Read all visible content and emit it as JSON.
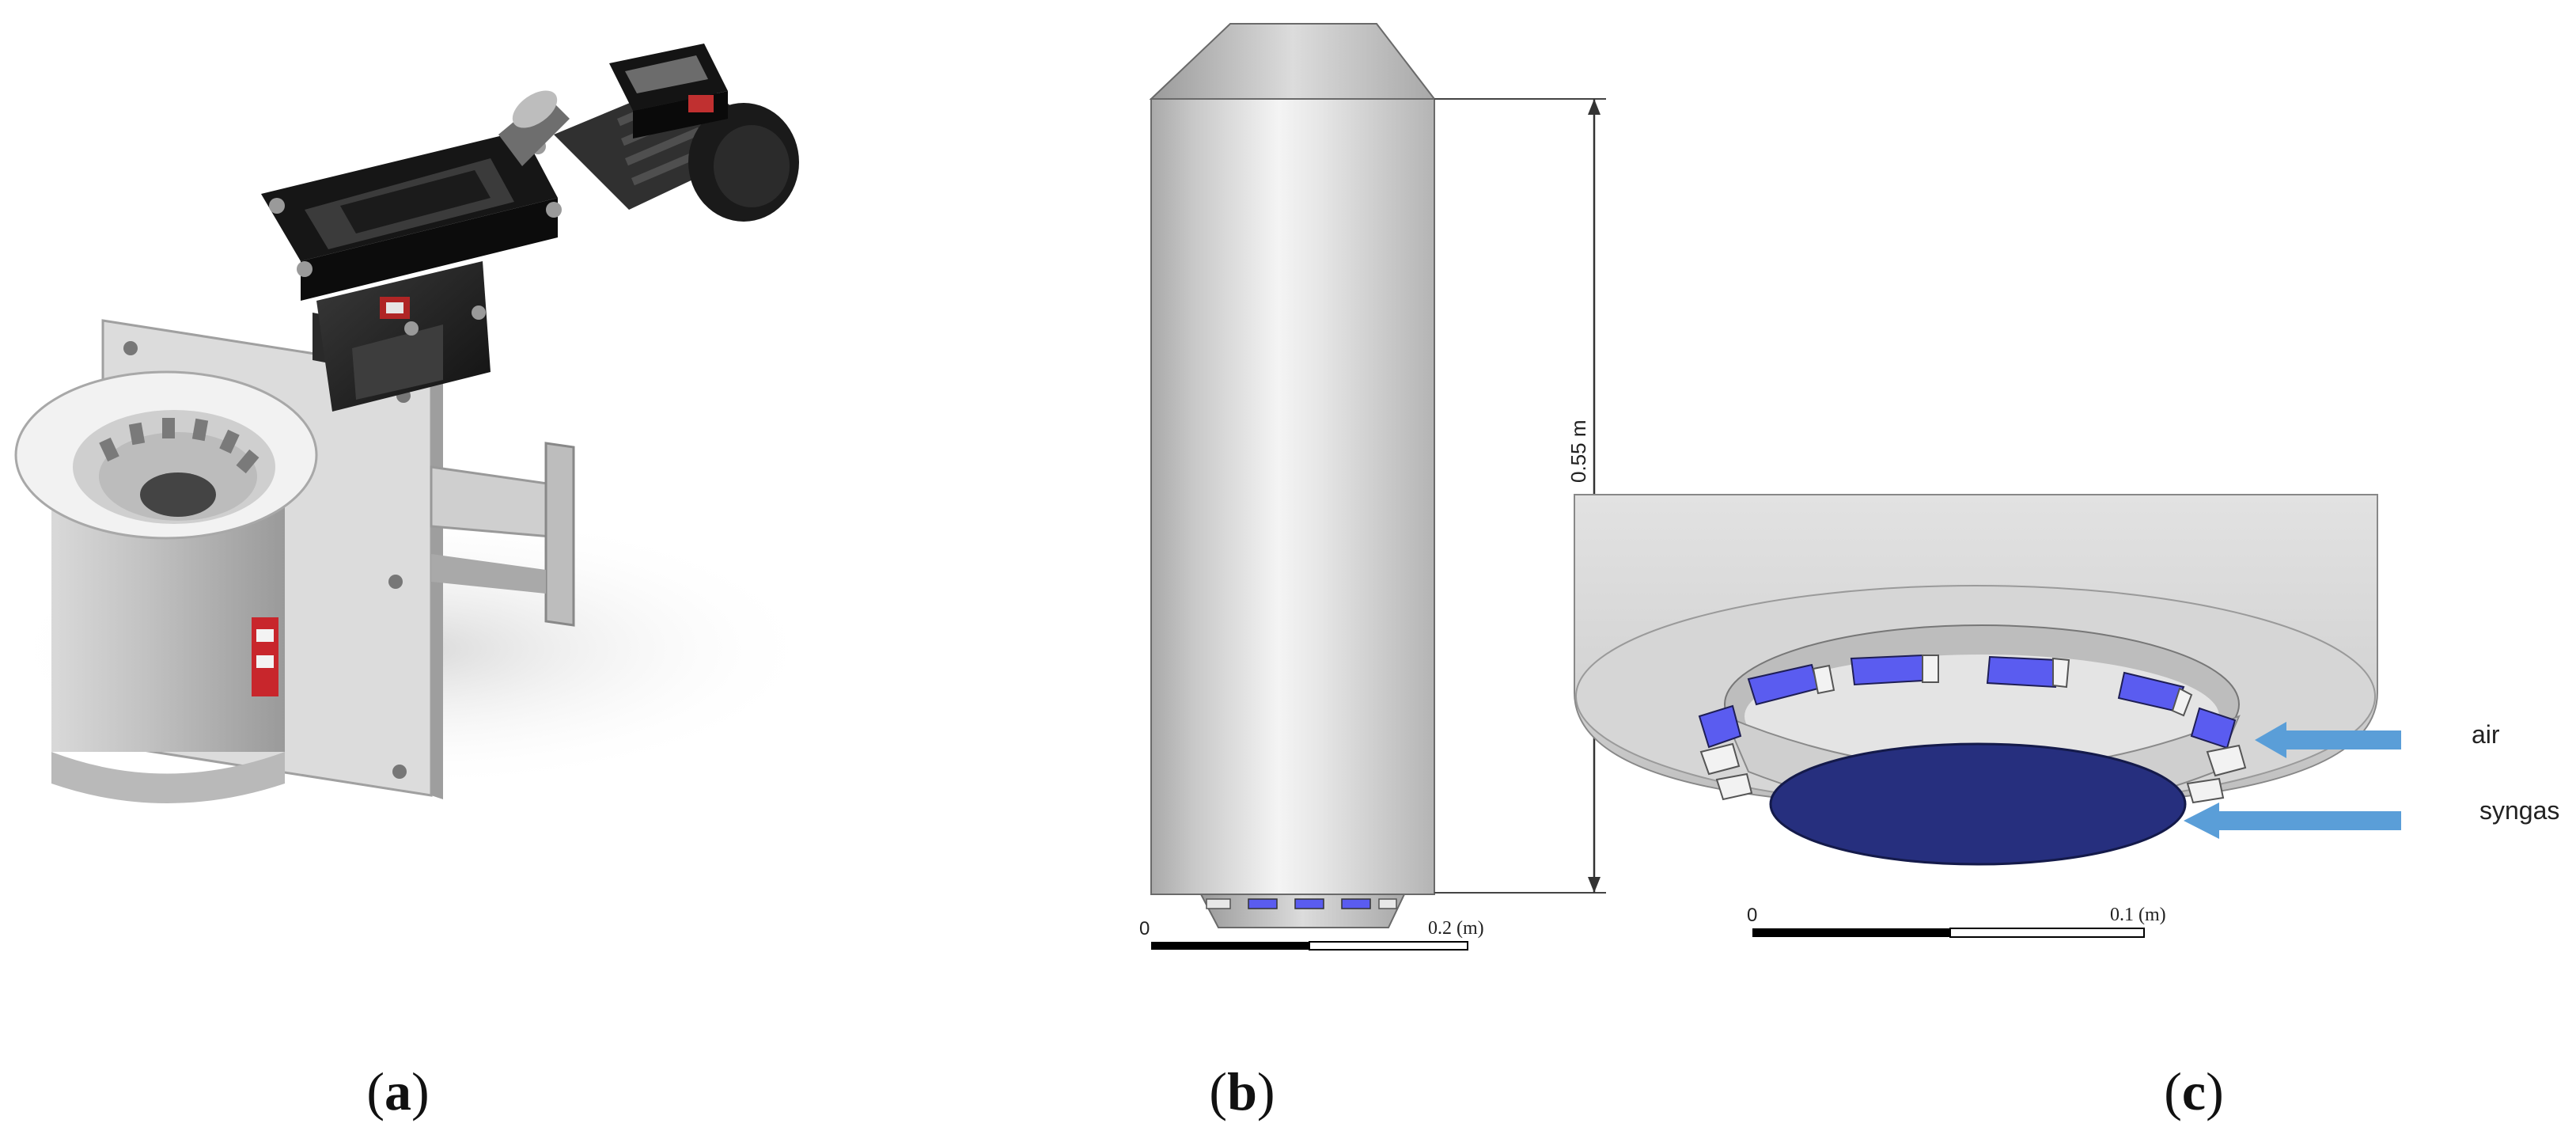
{
  "panels": {
    "a": {
      "caption_open": "(",
      "caption_letter": "a",
      "caption_close": ")"
    },
    "b": {
      "caption_open": "(",
      "caption_letter": "b",
      "caption_close": ")",
      "height_label": "0.55 m",
      "scale_start": "0",
      "scale_end": "0.2 (m)"
    },
    "c": {
      "caption_open": "(",
      "caption_letter": "c",
      "caption_close": ")",
      "scale_start": "0",
      "scale_end": "0.1 (m)",
      "label_air": "air",
      "label_syngas": "syngas"
    }
  },
  "colors": {
    "inlet_blue": "#5a5cf0",
    "syngas_navy": "#262f7e",
    "arrow": "#5a9ed8",
    "steel": "#d3d3d3"
  }
}
